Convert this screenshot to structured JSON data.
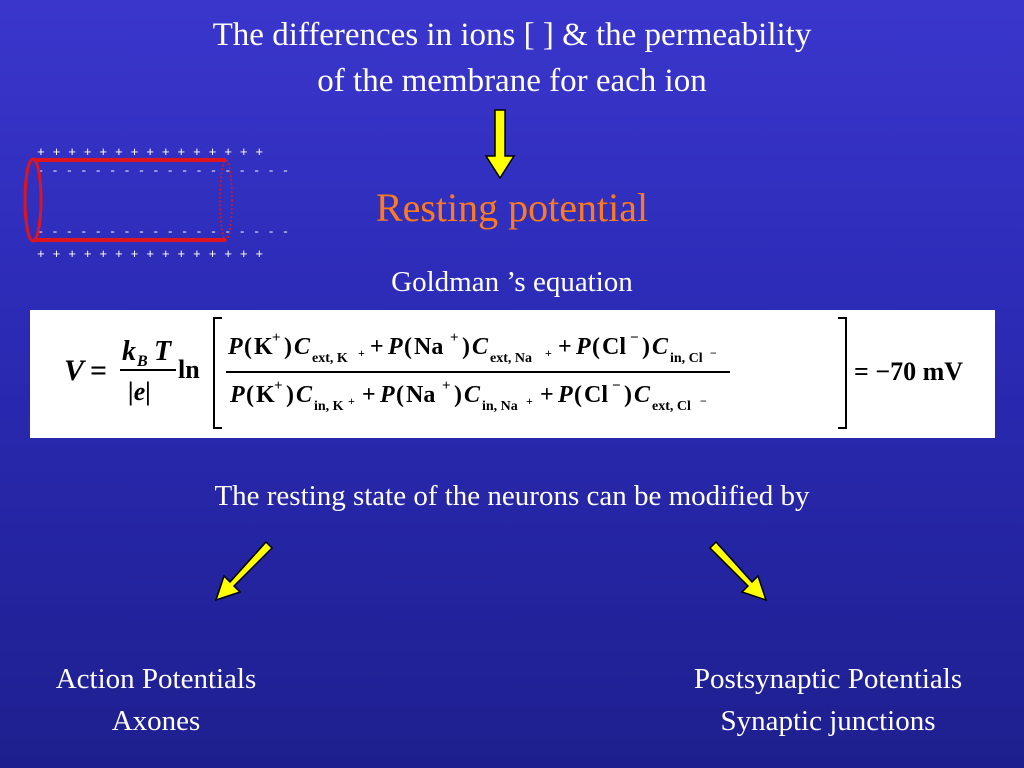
{
  "title": {
    "line1": "The differences in ions [ ] & the permeability",
    "line2": "of the membrane for each ion"
  },
  "resting_potential": "Resting potential",
  "goldman_label": "Goldman ’s equation",
  "equation": {
    "lhs": "V",
    "eq": "=",
    "factor_num": "k",
    "factor_num_sub": "B",
    "factor_num_T": "T",
    "factor_den": "|e|",
    "ln": "ln",
    "P": "P",
    "C": "C",
    "K": "K",
    "Na": "Na",
    "Cl": "Cl",
    "plus_sign": "+",
    "minus_sign": "−",
    "sub_ext_K": "ext, K",
    "sub_ext_Na": "ext, Na",
    "sub_in_Cl": "in, Cl",
    "sub_in_K": "in, K",
    "sub_in_Na": "in, Na",
    "sub_ext_Cl": "ext, Cl",
    "result": "= −70 mV"
  },
  "membrane": {
    "top_plus": "+ + + + + + + + + + + + + + +",
    "top_minus": "- - - - - - - - - - - - - - - - - -",
    "bottom_minus": "- - - - - - - - - - - - - - - - - -",
    "bottom_plus": "+ + + + + + + + + + + + + + +",
    "outline_color": "#e0141e"
  },
  "modified_by": "The resting state of the neurons can be modified by",
  "left": {
    "line1": "Action Potentials",
    "line2": "Axones"
  },
  "right": {
    "line1": "Postsynaptic Potentials",
    "line2": "Synaptic junctions"
  },
  "colors": {
    "background": "#2a2ab4",
    "accent": "#ff7a1f",
    "arrow": "#ffff00"
  }
}
